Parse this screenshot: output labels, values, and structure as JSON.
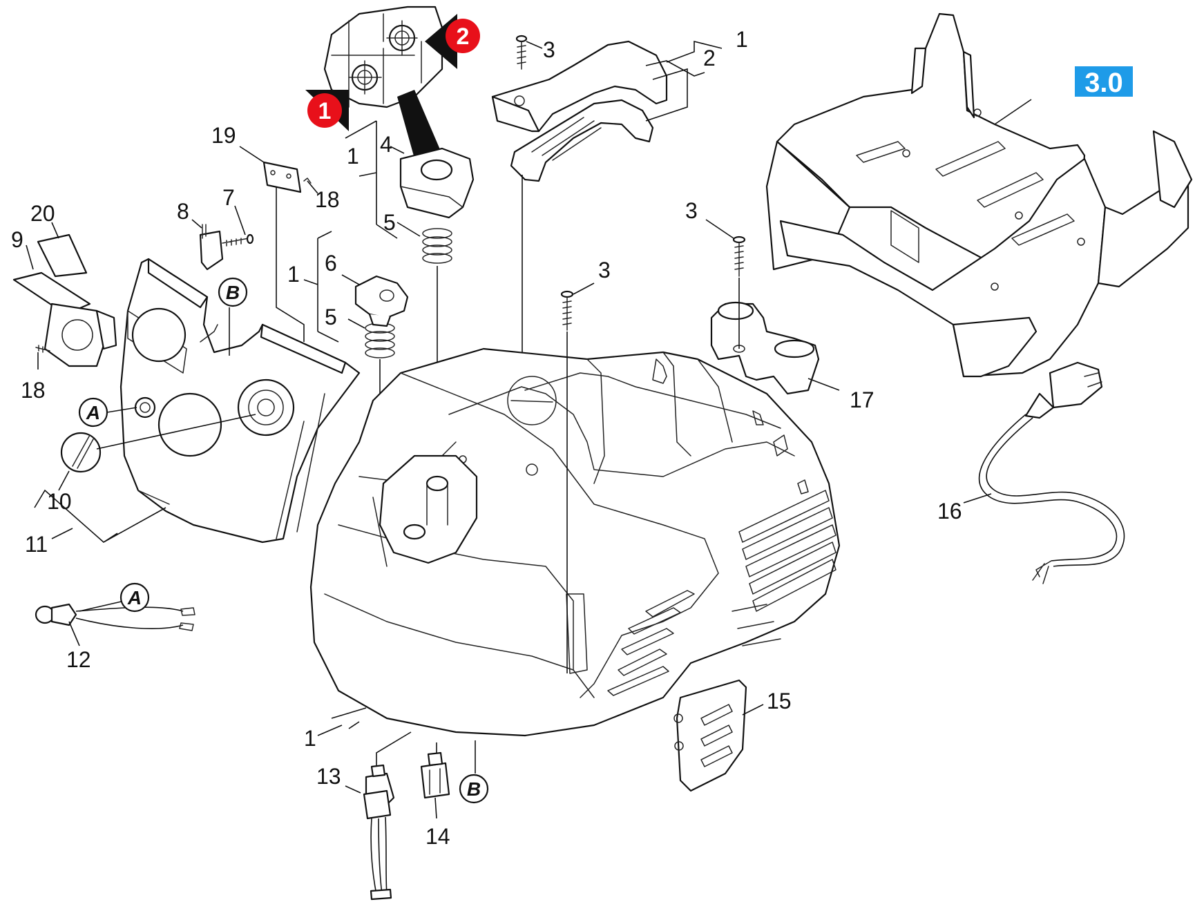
{
  "diagram": {
    "assembly_badge": {
      "label": "3.0",
      "color": "#1e9be8"
    },
    "marker_color": "#e8101a",
    "markers": [
      {
        "label": "1"
      },
      {
        "label": "2"
      }
    ],
    "callouts": {
      "c1a": "1",
      "c2": "2",
      "c3a": "3",
      "c19": "19",
      "c1b": "1",
      "c4": "4",
      "c18a": "18",
      "c20": "20",
      "c8": "8",
      "c7": "7",
      "c5a": "5",
      "c9": "9",
      "c1c": "1",
      "c6": "6",
      "c3b": "3",
      "c3c": "3",
      "c5b": "5",
      "c18b": "18",
      "c17": "17",
      "c10": "10",
      "c16": "16",
      "c11": "11",
      "c12": "12",
      "c15": "15",
      "c1d": "1",
      "c13": "13",
      "c14": "14"
    },
    "reference_letters": {
      "b_top": "B",
      "a_left": "A",
      "a_cable": "A",
      "b_bottom": "B"
    }
  }
}
